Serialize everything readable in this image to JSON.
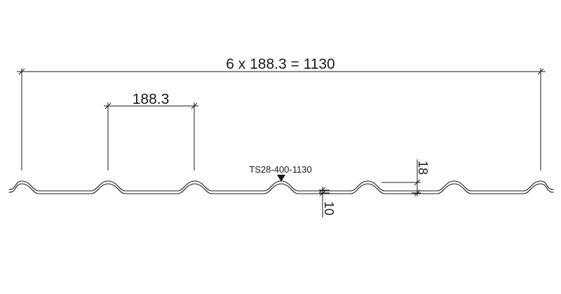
{
  "dimensions": {
    "overall": "6 x 188.3 = 1130",
    "pitch": "188.3",
    "rib_height": "18",
    "sheet_thickness": "10"
  },
  "profile": {
    "code": "TS28-400-1130",
    "ribs": 7,
    "bays": 6
  },
  "colors": {
    "line": "#1a1a1a",
    "background": "#ffffff"
  }
}
